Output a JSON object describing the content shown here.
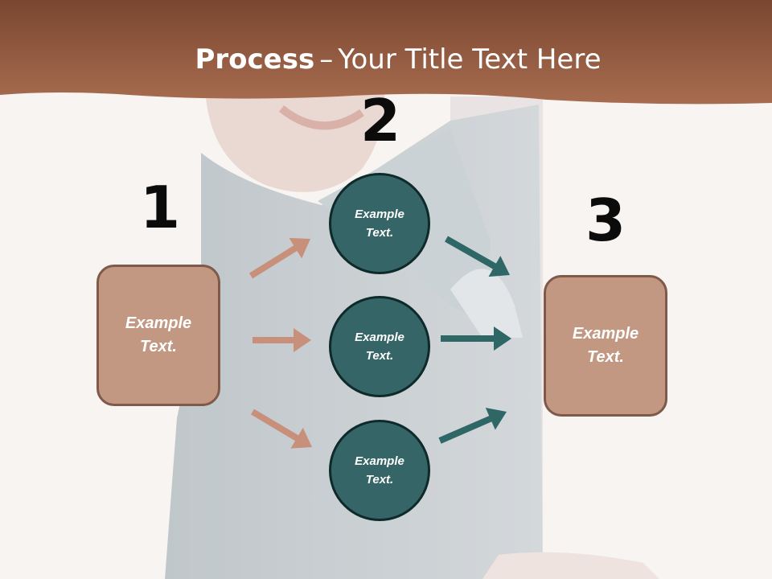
{
  "title": {
    "bold": "Process",
    "separator": "–",
    "rest": "Your Title Text Here"
  },
  "steps": [
    {
      "number": "1",
      "text": "Example Text."
    },
    {
      "number": "2",
      "items": [
        {
          "text": "Example Text."
        },
        {
          "text": "Example Text."
        },
        {
          "text": "Example Text."
        }
      ]
    },
    {
      "number": "3",
      "text": "Example Text."
    }
  ],
  "colors": {
    "header_band": "#9a6447",
    "box_fill": "#c29882",
    "box_border": "#7f5a4b",
    "circle_fill": "#356566",
    "circle_border": "#0f2a2a",
    "arrow_in": "#c8907a",
    "arrow_out": "#2f6666"
  },
  "background_image": "smiling-man-holding-blank-board"
}
